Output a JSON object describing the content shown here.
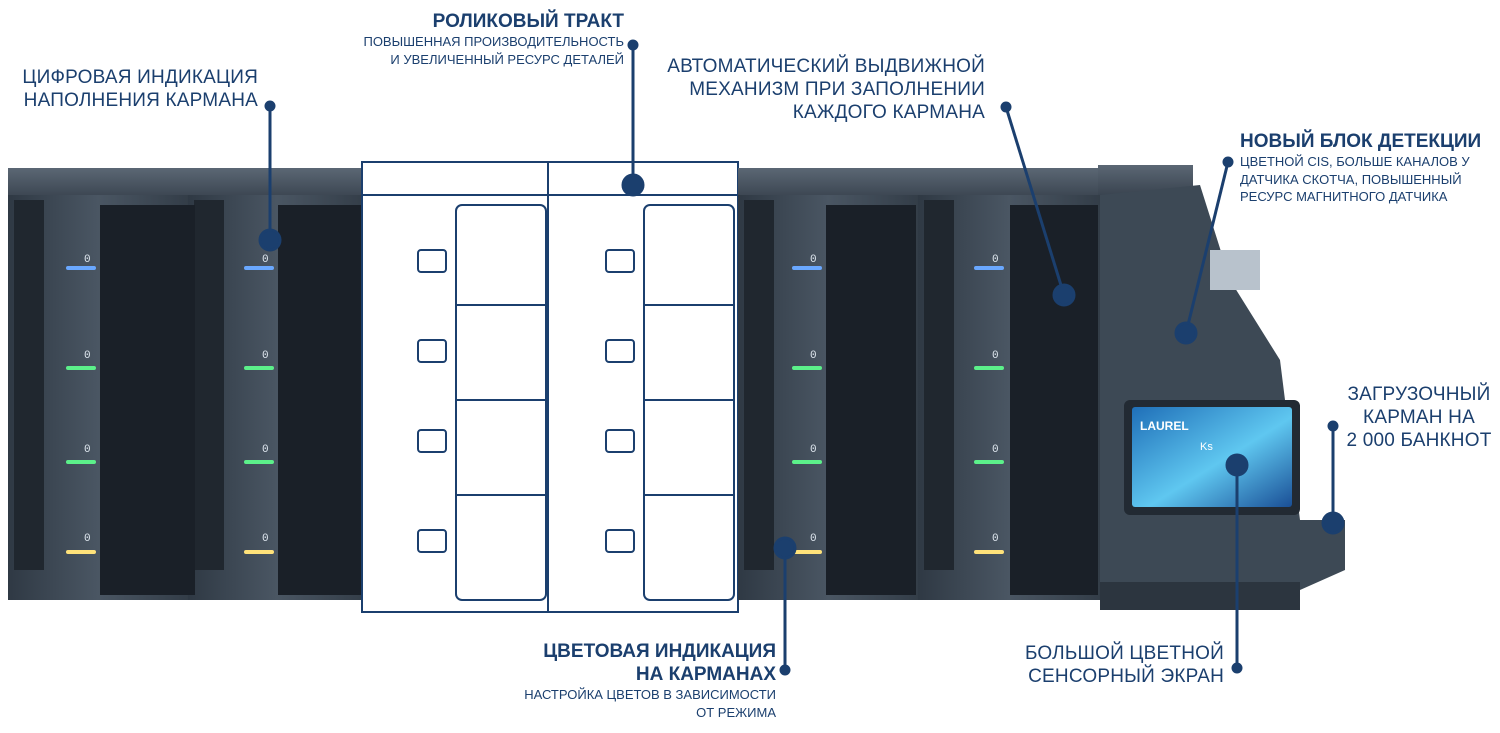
{
  "callouts": {
    "roller": {
      "title": "РОЛИКОВЫЙ ТРАКТ",
      "line1": "ПОВЫШЕННАЯ ПРОИЗВОДИТЕЛЬНОСТЬ",
      "line2": "И УВЕЛИЧЕННЫЙ РЕСУРС ДЕТАЛЕЙ"
    },
    "digital": {
      "line1": "ЦИФРОВАЯ ИНДИКАЦИЯ",
      "line2": "НАПОЛНЕНИЯ КАРМАНА"
    },
    "auto": {
      "line1": "АВТОМАТИЧЕСКИЙ ВЫДВИЖНОЙ",
      "line2": "МЕХАНИЗМ ПРИ ЗАПОЛНЕНИИ",
      "line3": "КАЖДОГО КАРМАНА"
    },
    "detect": {
      "title": "НОВЫЙ БЛОК ДЕТЕКЦИИ",
      "line1": "ЦВЕТНОЙ CIS, БОЛЬШЕ КАНАЛОВ У",
      "line2": "ДАТЧИКА СКОТЧА, ПОВЫШЕННЫЙ",
      "line3": "РЕСУРС МАГНИТНОГО ДАТЧИКА"
    },
    "loading": {
      "line1": "ЗАГРУЗОЧНЫЙ",
      "line2": "КАРМАН НА",
      "line3": "2 000 БАНКНОТ"
    },
    "color": {
      "title1": "ЦВЕТОВАЯ ИНДИКАЦИЯ",
      "title2": "НА КАРМАНАХ",
      "line1": "НАСТРОЙКА ЦВЕТОВ В ЗАВИСИМОСТИ",
      "line2": "ОТ РЕЖИМА"
    },
    "screen": {
      "line1": "БОЛЬШОЙ ЦВЕТНОЙ",
      "line2": "СЕНСОРНЫЙ ЭКРАН"
    }
  },
  "screen": {
    "brand": "LAUREL",
    "model": "Ks"
  },
  "pocket_display_value": "0",
  "colors": {
    "label": "#1b3f6e",
    "machine": "#3a4653",
    "led_blue": "#6aa8ff",
    "led_green": "#5cf08a",
    "led_yellow": "#ffe27a"
  }
}
